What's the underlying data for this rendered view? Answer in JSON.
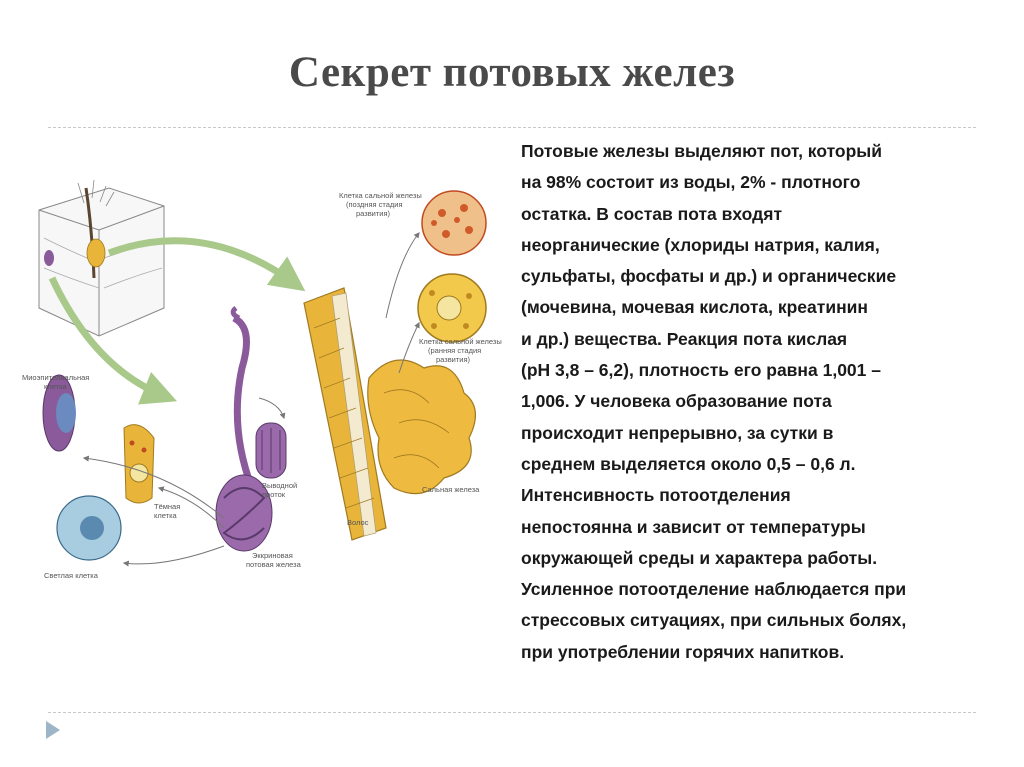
{
  "title": "Секрет потовых желез",
  "body_lines": [
    "Потовые железы выделяют пот, который",
    "на 98% состоит из воды, 2% - плотного",
    "остатка. В состав пота входят",
    "неорганические (хлориды натрия, калия,",
    "сульфаты, фосфаты и др.) и органические",
    "(мочевина, мочевая кислота, креатинин",
    "и др.) вещества.  Реакция пота кислая",
    "(pH 3,8 – 6,2), плотность  его равна 1,001 –",
    "1,006. У человека образование пота",
    "происходит непрерывно, за сутки в",
    "среднем выделяется около 0,5 – 0,6 л.",
    "Интенсивность потоотделения",
    "непостоянна и зависит от температуры",
    "окружающей среды  и характера работы.",
    "Усиленное потоотделение наблюдается при",
    "стрессовых ситуациях, при сильных болях,",
    "при употреблении горячих напитков."
  ],
  "figure": {
    "labels": {
      "sebaceous_late_1": "Клетка сальной железы",
      "sebaceous_late_2": "(поздняя стадия",
      "sebaceous_late_3": "развития)",
      "sebaceous_early_1": "Клетка сальной железы",
      "sebaceous_early_2": "(ранняя стадия",
      "sebaceous_early_3": "развития)",
      "sebaceous_gland": "Сальная железа",
      "hair": "Волос",
      "myoepithelial_1": "Миоэпителиальная",
      "myoepithelial_2": "клетка",
      "dark_cell_1": "Тёмная",
      "dark_cell_2": "клетка",
      "light_cell": "Светлая клетка",
      "excretory_duct_1": "Выводной",
      "excretory_duct_2": "проток",
      "eccrine_1": "Эккриновая",
      "eccrine_2": "потовая железа"
    }
  },
  "colors": {
    "title": "#4a4a4a",
    "text": "#1a1a1a",
    "divider": "#c8c8c8",
    "bullet": "#9db5c6",
    "sebaceous": "#e8b53a",
    "eccrine": "#8a5a9a",
    "arrow_green": "#a8c98a"
  }
}
